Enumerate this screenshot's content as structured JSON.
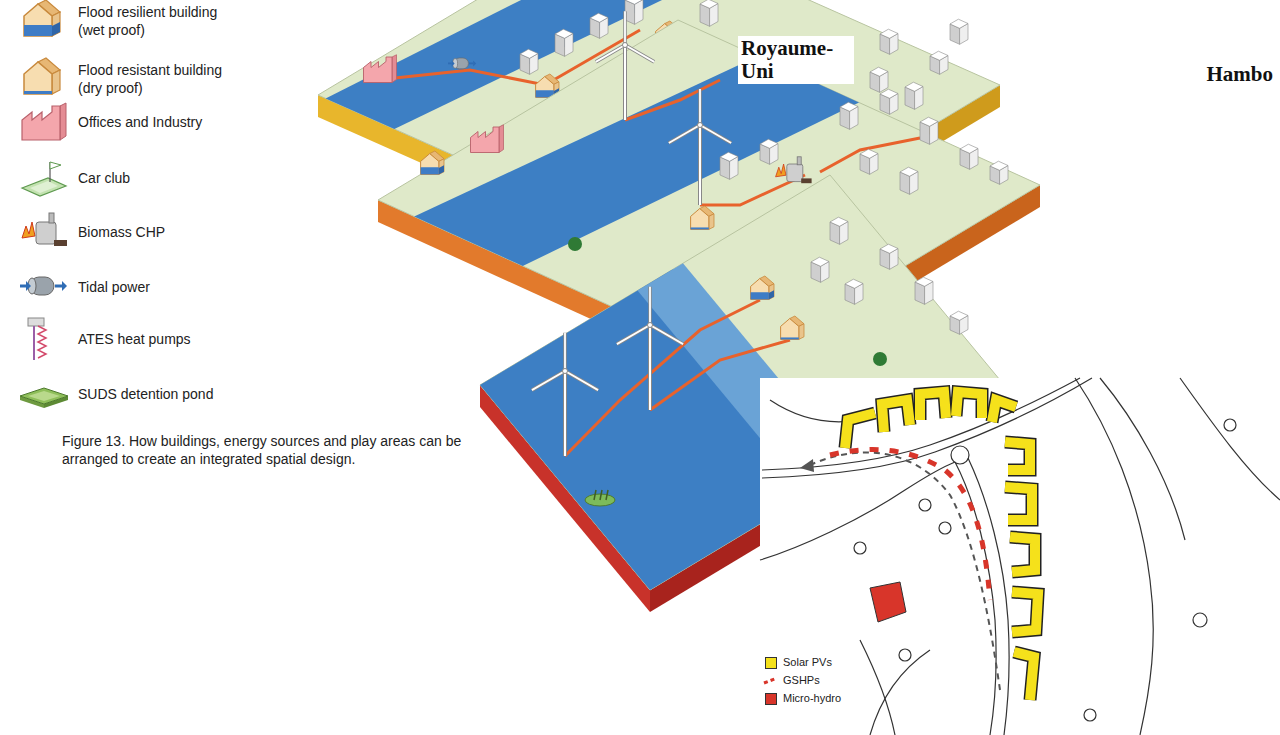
{
  "diagram": {
    "caption": "Figure 13. How buildings, energy sources and play areas can be arranged to create an integrated spatial design.",
    "labels": [
      "Royaume-Uni",
      "Hambo"
    ],
    "legend": [
      {
        "text": "Flood resilient building (wet proof)"
      },
      {
        "text": "Flood resistant building (dry proof)"
      },
      {
        "text": "Offices and Industry"
      },
      {
        "text": "Car club"
      },
      {
        "text": "Biomass CHP"
      },
      {
        "text": "Tidal power"
      },
      {
        "text": "ATES heat pumps"
      },
      {
        "text": "SUDS detention pond"
      },
      {
        "text": "Solar PVs",
        "color": "#f5e11b"
      },
      {
        "text": "GSHPs"
      },
      {
        "text": "Micro-hydro",
        "color": "#d8352a"
      }
    ]
  }
}
